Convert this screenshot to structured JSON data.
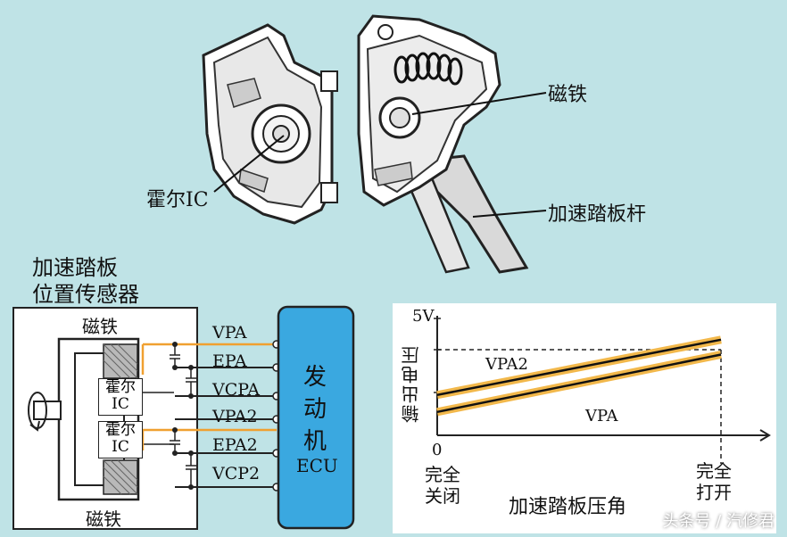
{
  "colors": {
    "background": "#bfe3e6",
    "ecu_fill": "#3aa8e0",
    "wire_highlight": "#f0a030",
    "chart_line_glow": "#f2b84b"
  },
  "photo": {
    "hall_ic_label": "霍尔IC",
    "magnet_label": "磁铁",
    "pedal_lever_label": "加速踏板杆"
  },
  "sensor": {
    "title_line1": "加速踏板",
    "title_line2": "位置传感器",
    "magnet_top": "磁铁",
    "magnet_bottom": "磁铁",
    "hall_top_line1": "霍尔",
    "hall_top_line2": "IC",
    "hall_bottom_line1": "霍尔",
    "hall_bottom_line2": "IC",
    "rotation_icon": "rotation-arrow-icon"
  },
  "wires": [
    "VPA",
    "EPA",
    "VCPA",
    "VPA2",
    "EPA2",
    "VCP2"
  ],
  "ecu": {
    "line1": "发",
    "line2": "动",
    "line3": "机",
    "line4": "ECU"
  },
  "chart_data": {
    "type": "line",
    "ylabel": "输出电压",
    "xlabel": "加速踏板压角",
    "y_top_label": "5V",
    "x_origin_label": "0",
    "x_start_label_line1": "完全",
    "x_start_label_line2": "关闭",
    "x_end_label_line1": "完全",
    "x_end_label_line2": "打开",
    "series": [
      {
        "name": "VPA2",
        "x": [
          0,
          1
        ],
        "y": [
          0.38,
          0.9
        ]
      },
      {
        "name": "VPA",
        "x": [
          0,
          1
        ],
        "y": [
          0.22,
          0.76
        ]
      }
    ],
    "xlim": [
      0,
      1
    ],
    "ylim": [
      0,
      1.1
    ],
    "grid": false
  },
  "watermark": "头条号 / 汽修君"
}
